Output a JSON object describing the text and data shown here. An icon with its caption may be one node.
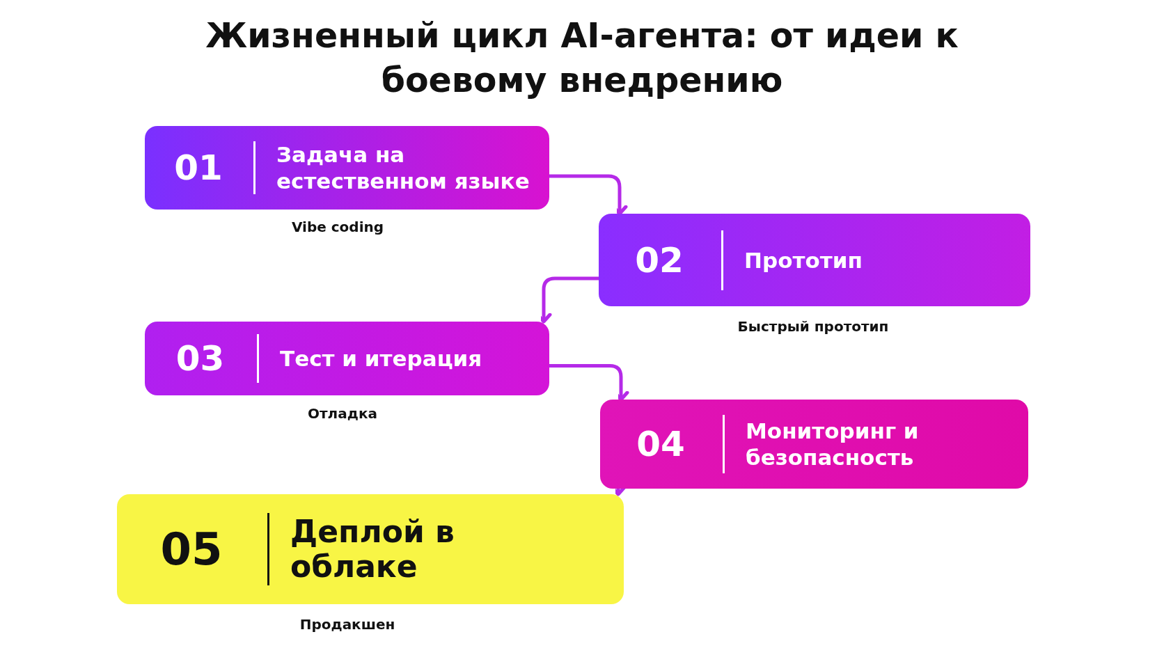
{
  "diagram": {
    "title": "Жизненный цикл AI-агента: от идеи к боевому внедрению",
    "nodes": [
      {
        "text": [
          "01",
          "Задача на естественном языке"
        ],
        "beside": [
          "Vibe coding"
        ]
      },
      {
        "text": [
          "02",
          "Прототип"
        ],
        "beside": [
          "Быстрый прототип"
        ]
      },
      {
        "text": [
          "03",
          "Тест и итерация"
        ],
        "beside": [
          "Отладка"
        ]
      },
      {
        "text": [
          "04",
          "Мониторинг и безопасность"
        ]
      },
      {
        "text": [
          "05",
          "Деплой в облаке"
        ],
        "beside": [
          "Продакшен"
        ]
      }
    ],
    "edges": [
      {
        "from": 0,
        "to": 1,
        "arrow": "to"
      },
      {
        "from": 1,
        "to": 2,
        "arrow": "to"
      },
      {
        "from": 2,
        "to": 3,
        "arrow": "to"
      },
      {
        "from": 3,
        "to": 4,
        "arrow": "to"
      }
    ]
  }
}
